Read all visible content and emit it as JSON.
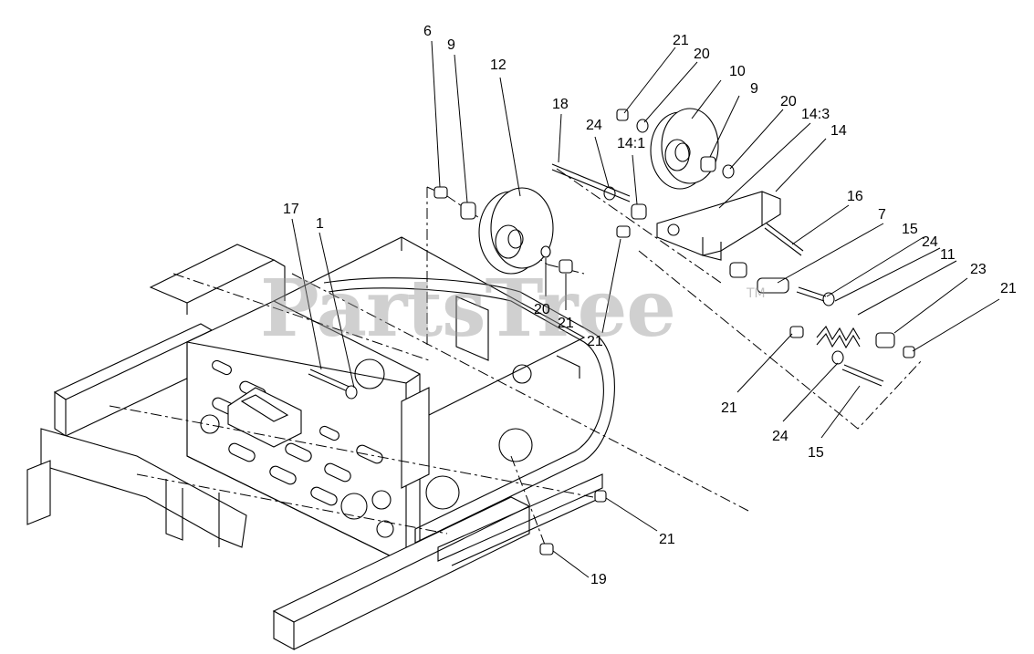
{
  "watermark": {
    "text": "PartsTree",
    "trademark": "TM"
  },
  "callouts": [
    {
      "id": "6a",
      "label": "6"
    },
    {
      "id": "9a",
      "label": "9"
    },
    {
      "id": "12",
      "label": "12"
    },
    {
      "id": "17",
      "label": "17"
    },
    {
      "id": "1",
      "label": "1"
    },
    {
      "id": "20a",
      "label": "20"
    },
    {
      "id": "21a",
      "label": "21"
    },
    {
      "id": "18",
      "label": "18"
    },
    {
      "id": "24a",
      "label": "24"
    },
    {
      "id": "14-1",
      "label": "14:1"
    },
    {
      "id": "21b",
      "label": "21"
    },
    {
      "id": "21c",
      "label": "21"
    },
    {
      "id": "20b",
      "label": "20"
    },
    {
      "id": "10",
      "label": "10"
    },
    {
      "id": "9b",
      "label": "9"
    },
    {
      "id": "20c",
      "label": "20"
    },
    {
      "id": "14-3",
      "label": "14:3"
    },
    {
      "id": "14",
      "label": "14"
    },
    {
      "id": "16",
      "label": "16"
    },
    {
      "id": "7",
      "label": "7"
    },
    {
      "id": "15a",
      "label": "15"
    },
    {
      "id": "24b",
      "label": "24"
    },
    {
      "id": "11",
      "label": "11"
    },
    {
      "id": "23",
      "label": "23"
    },
    {
      "id": "21d",
      "label": "21"
    },
    {
      "id": "21e",
      "label": "21"
    },
    {
      "id": "24c",
      "label": "24"
    },
    {
      "id": "15b",
      "label": "15"
    },
    {
      "id": "21f",
      "label": "21"
    },
    {
      "id": "19",
      "label": "19"
    }
  ]
}
